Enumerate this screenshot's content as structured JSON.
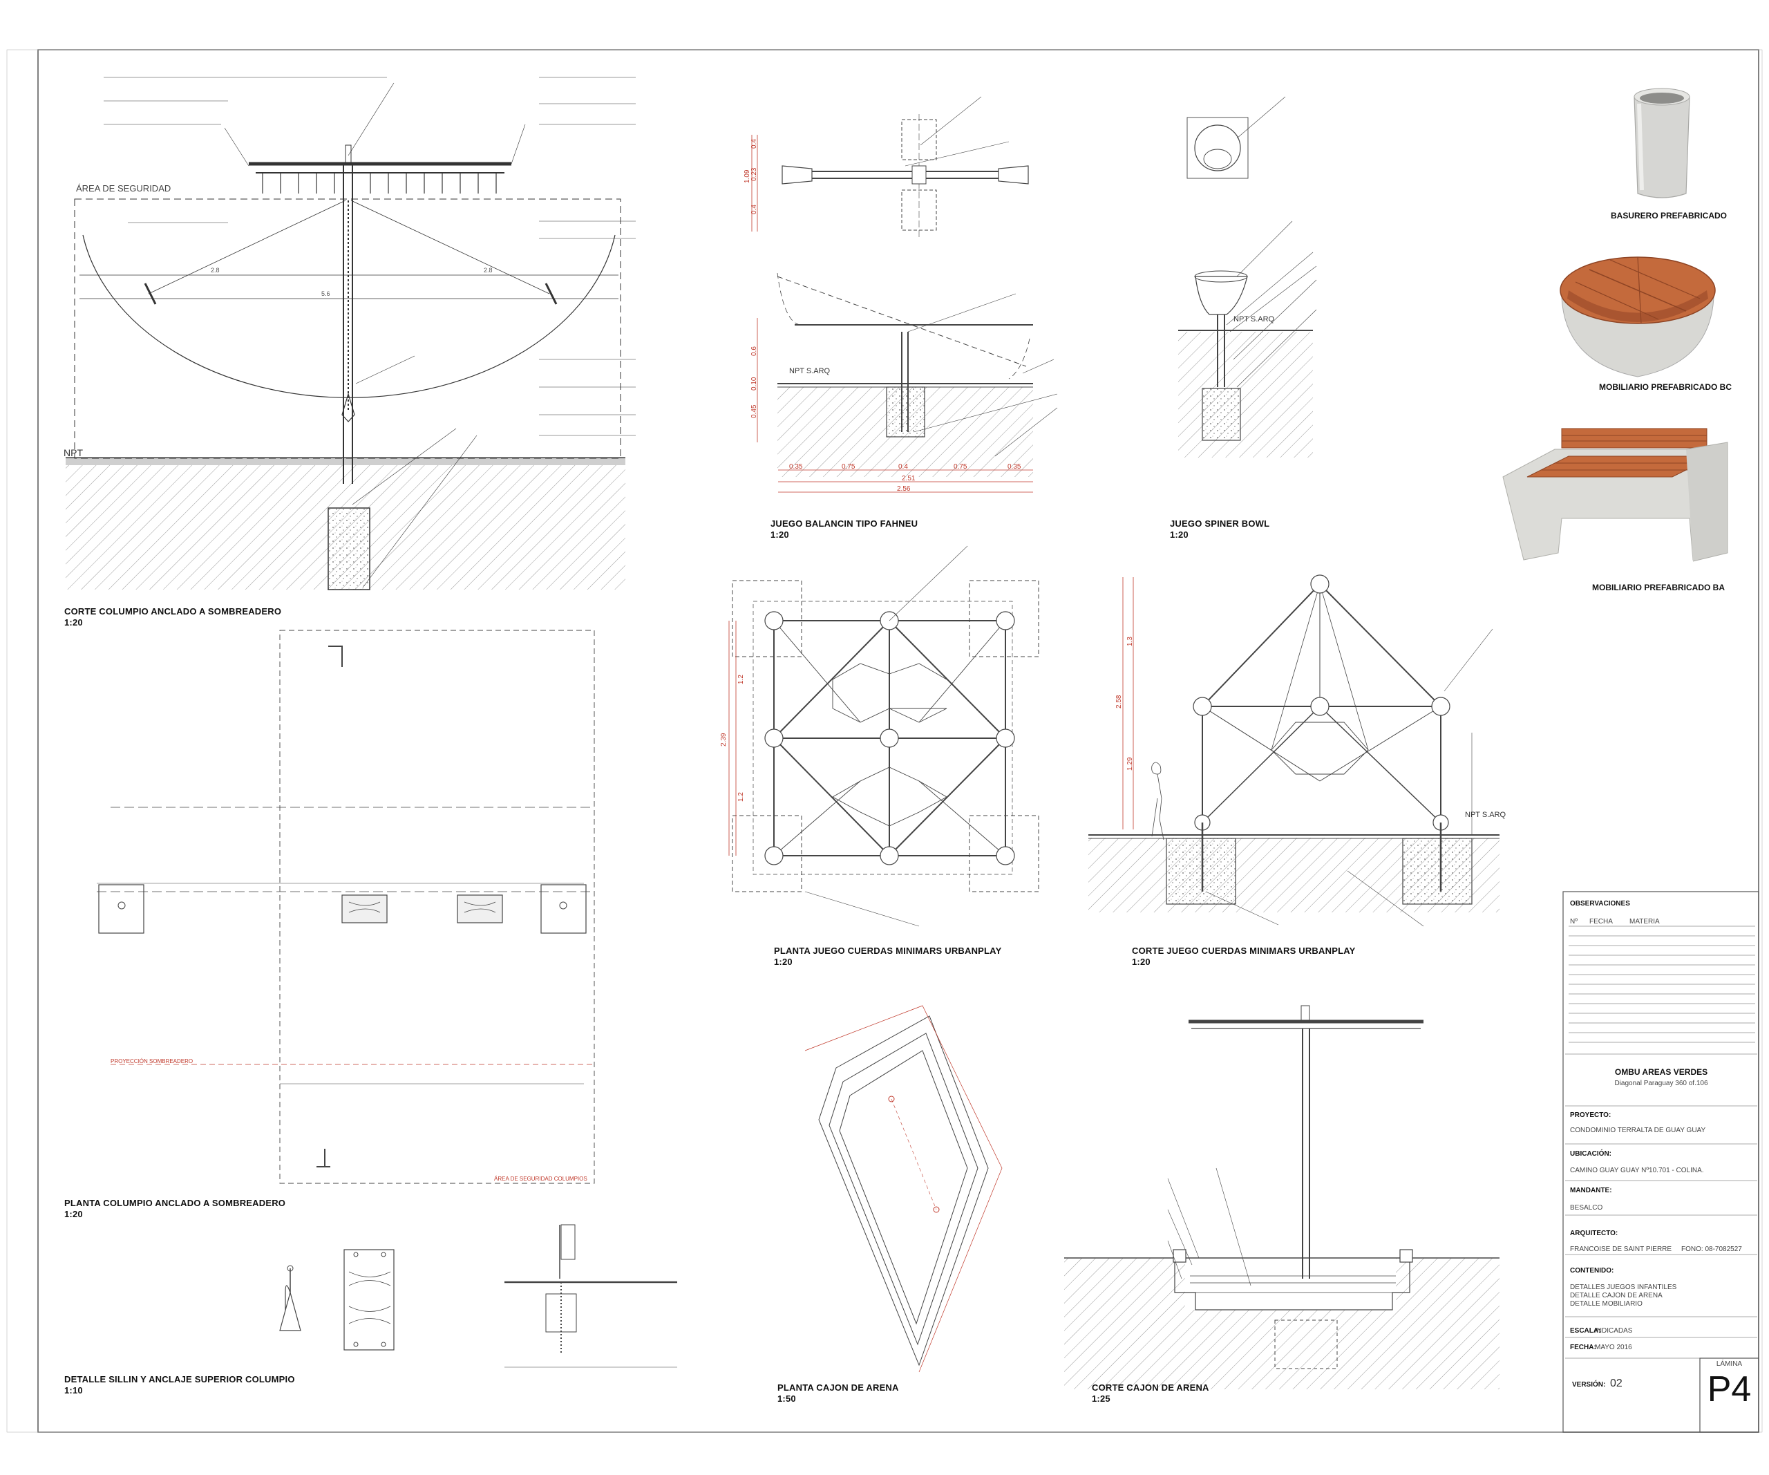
{
  "drawings": {
    "corte_columpio": {
      "title": "CORTE COLUMPIO ANCLADO A SOMBREADERO",
      "scale": "1:20",
      "area_label": "ÁREA DE SEGURIDAD",
      "npt": "NPT",
      "dim_28a": "2.8",
      "dim_28b": "2.8",
      "dim_56": "5.6"
    },
    "planta_columpio": {
      "title": "PLANTA COLUMPIO ANCLADO A SOMBREADERO",
      "scale": "1:20",
      "proyeccion": "PROYECCIÓN SOMBREADERO",
      "area_seg": "ÁREA DE SEGURIDAD COLUMPIOS"
    },
    "detalle_sillin": {
      "title": "DETALLE SILLIN Y ANCLAJE SUPERIOR COLUMPIO",
      "scale": "1:10"
    },
    "balancin": {
      "title": "JUEGO BALANCIN TIPO FAHNEU",
      "scale": "1:20",
      "npt": "NPT S.ARQ",
      "dims": [
        "0.35",
        "0.75",
        "0.4",
        "0.75",
        "0.35"
      ],
      "dim_total1": "2.51",
      "dim_total2": "2.56",
      "v_dims_top": [
        "0.4",
        "0.23",
        "0.4"
      ],
      "v_top_total": "1.09",
      "v_dims_mid": [
        "0.6",
        "0.10",
        "0.45"
      ]
    },
    "spiner": {
      "title": "JUEGO SPINER BOWL",
      "scale": "1:20",
      "npt": "NPT S.ARQ"
    },
    "cuerdas_planta": {
      "title": "PLANTA JUEGO CUERDAS MINIMARS URBANPLAY",
      "scale": "1:20",
      "dims": [
        "1.2",
        "1.2"
      ],
      "total": "2.39"
    },
    "cuerdas_corte": {
      "title": "CORTE JUEGO CUERDAS MINIMARS URBANPLAY",
      "scale": "1:20",
      "npt": "NPT S.ARQ",
      "dims": [
        "1.3",
        "1.29"
      ],
      "total": "2.58"
    },
    "cajon_planta": {
      "title": "PLANTA CAJON DE ARENA",
      "scale": "1:50"
    },
    "cajon_corte": {
      "title": "CORTE CAJON DE ARENA",
      "scale": "1:25"
    }
  },
  "products": [
    {
      "caption": "BASURERO PREFABRICADO"
    },
    {
      "caption": "MOBILIARIO PREFABRICADO BC"
    },
    {
      "caption": "MOBILIARIO PREFABRICADO BA"
    }
  ],
  "title_block": {
    "observaciones": {
      "heading": "OBSERVACIONES",
      "cols": [
        "Nº",
        "FECHA",
        "MATERIA"
      ]
    },
    "project_name": "OMBU AREAS VERDES",
    "address": "Diagonal Paraguay 360 of.106",
    "proyecto": {
      "label": "PROYECTO:",
      "value": "CONDOMINIO TERRALTA DE GUAY GUAY"
    },
    "ubicacion": {
      "label": "UBICACIÓN:",
      "value": "CAMINO GUAY GUAY Nº10.701 - COLINA."
    },
    "mandante": {
      "label": "MANDANTE:",
      "value": "BESALCO"
    },
    "arquitecto": {
      "label": "ARQUITECTO:",
      "value": "FRANCOISE DE SAINT PIERRE",
      "phone": "FONO: 08-7082527"
    },
    "contenido": {
      "label": "CONTENIDO:",
      "lines": [
        "DETALLES JUEGOS INFANTILES",
        "DETALLE CAJON DE ARENA",
        "DETALLE MOBILIARIO"
      ]
    },
    "escala": {
      "label": "ESCALA:",
      "value": "INDICADAS"
    },
    "fecha": {
      "label": "FECHA:",
      "value": "MAYO 2016"
    },
    "version": {
      "label": "VERSIÓN:",
      "value": "02"
    },
    "lamina": {
      "label": "LÁMINA",
      "value": "P4"
    }
  },
  "colors": {
    "line": "#333333",
    "dim": "#c0392b",
    "wood": "#c46a3c",
    "concrete": "#d9d9d6"
  }
}
